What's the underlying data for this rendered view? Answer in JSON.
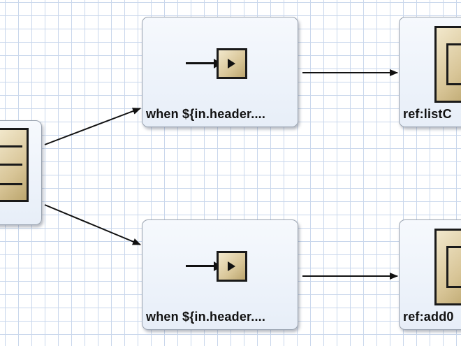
{
  "diagram": {
    "nodes": {
      "when_top": {
        "label": "when ${in.header....",
        "icon": "when-arrow-icon"
      },
      "when_bottom": {
        "label": "when ${in.header....",
        "icon": "when-arrow-icon"
      },
      "ref_top": {
        "label": "ref:listC",
        "icon": "endpoint-icon"
      },
      "ref_bottom": {
        "label": "ref:add0",
        "icon": "endpoint-icon"
      },
      "choice": {
        "label": "",
        "icon": "choice-icon"
      }
    },
    "edges": [
      {
        "from": "choice",
        "to": "when_top"
      },
      {
        "from": "choice",
        "to": "when_bottom"
      },
      {
        "from": "when_top",
        "to": "ref_top"
      },
      {
        "from": "when_bottom",
        "to": "ref_bottom"
      }
    ],
    "colors": {
      "grid": "#c9d7ec",
      "node_fill": "#eef3fa",
      "icon_fill": "#d8c597",
      "edge": "#111111"
    }
  }
}
